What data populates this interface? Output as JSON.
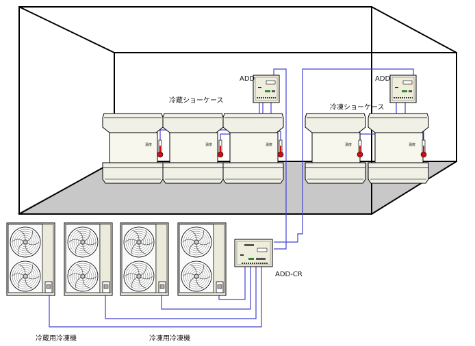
{
  "labels": {
    "add_left": "ADD",
    "add_right": "ADD",
    "add_cr": "ADD-CR",
    "showcase_refrigerated": "冷蔵ショーケース",
    "showcase_frozen": "冷凍ショーケース",
    "machine_refrigerated": "冷蔵用冷凍機",
    "machine_frozen": "冷凍用冷凍機",
    "sensor_label": "温度"
  },
  "colors": {
    "wire": "#4040d0",
    "floor": "#c8c8c8",
    "case_body": "#f0f0e6",
    "controller": "#efeedd",
    "thermo_bulb": "#d01010",
    "outdoor_unit": "#f2f2ea"
  }
}
